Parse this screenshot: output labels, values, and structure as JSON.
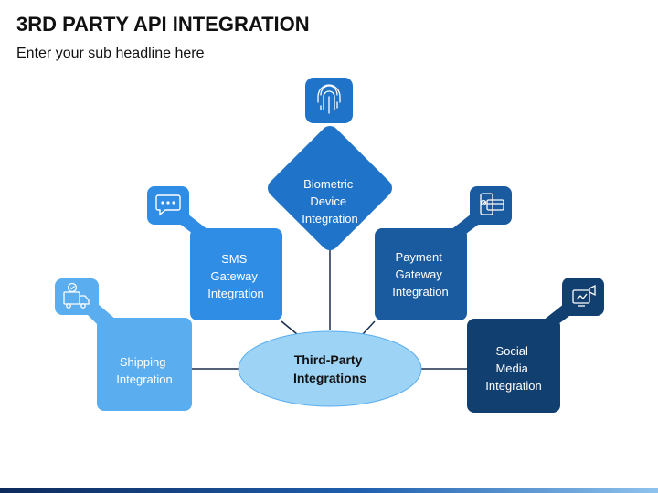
{
  "header": {
    "title": "3RD PARTY API INTEGRATION",
    "subtitle": "Enter your sub headline here"
  },
  "center": {
    "line1": "Third-Party",
    "line2": "Integrations",
    "color": "#9dd3f5"
  },
  "nodes": [
    {
      "lines": [
        "Shipping",
        "Integration"
      ],
      "icon": "delivery-truck-icon",
      "color": "#5aaef0"
    },
    {
      "lines": [
        "SMS",
        "Gateway",
        "Integration"
      ],
      "icon": "chat-bubble-icon",
      "color": "#2f8de6"
    },
    {
      "lines": [
        "Biometric",
        "Device",
        "Integration"
      ],
      "icon": "fingerprint-icon",
      "color": "#1f73c9"
    },
    {
      "lines": [
        "Payment",
        "Gateway",
        "Integration"
      ],
      "icon": "mobile-payment-icon",
      "color": "#1a5a9e"
    },
    {
      "lines": [
        "Social",
        "Media",
        "Integration"
      ],
      "icon": "social-media-icon",
      "color": "#113f70"
    }
  ]
}
